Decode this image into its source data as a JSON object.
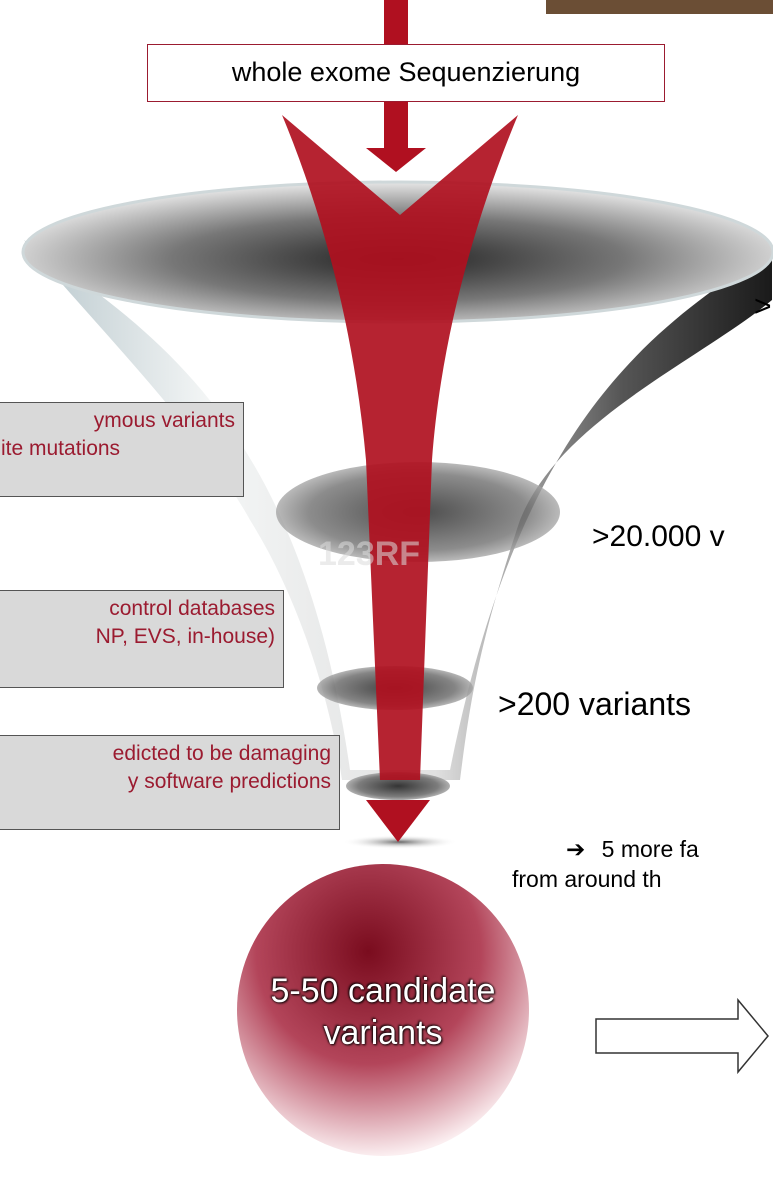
{
  "title_box": "whole exome Sequenzierung",
  "filters": [
    {
      "line1": "ymous variants",
      "line2": "ite mutations"
    },
    {
      "line1": "control databases",
      "line2": "NP, EVS, in-house)"
    },
    {
      "line1": "edicted to be damaging",
      "line2": "y software predictions"
    }
  ],
  "counts": {
    "top_partial": ">",
    "mid": ">20.000 v",
    "low": ">200 variants"
  },
  "note": {
    "arrow_glyph": "➔",
    "line1": "5 more fa",
    "line2": "from around th"
  },
  "result": {
    "line1": "5-50 candidate",
    "line2": "variants"
  },
  "colors": {
    "accent": "#9b1b30",
    "arrow": "#b01020",
    "filter_bg": "#d9d9d9"
  },
  "icons": [
    "down-arrow-icon",
    "right-arrow-icon",
    "funnel-shape"
  ]
}
